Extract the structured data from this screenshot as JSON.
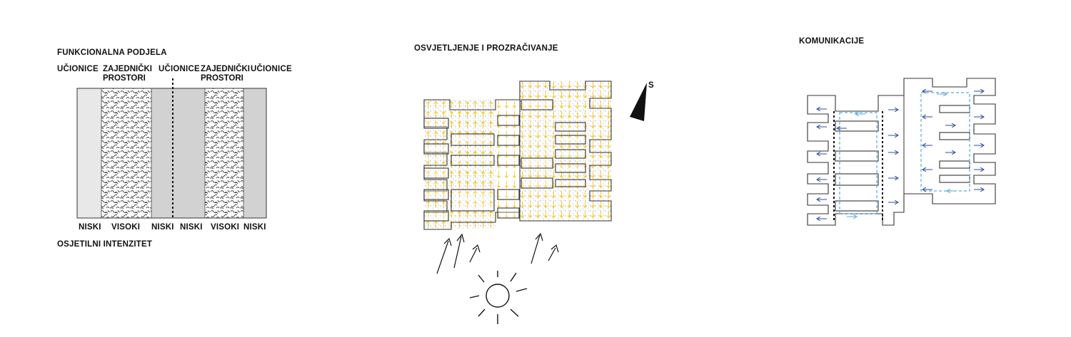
{
  "panel1": {
    "title": "FUNKCIONALNA PODJELA",
    "zones_top": [
      "UČIONICE",
      "ZAJEDNIČKI PROSTORI",
      "UČIONICE",
      "ZAJEDNIČKI PROSTORI",
      "UČIONICE"
    ],
    "zones_bottom": [
      "NISKI",
      "VISOKI",
      "NISKI",
      "NISKI",
      "VISOKI",
      "NISKI"
    ],
    "footer": "OSJETILNI INTENZITET"
  },
  "panel2": {
    "title": "OSVJETLJENJE I PROZRAČIVANJE",
    "north_label": "S"
  },
  "panel3": {
    "title": "KOMUNIKACIJE"
  },
  "colors": {
    "light_gray": "#e8e8e8",
    "mid_gray": "#d2d2d2",
    "yellow_arrow": "#f2c81e",
    "blue_arrow": "#5aa9e0",
    "navy_arrow": "#2c4d9b"
  }
}
